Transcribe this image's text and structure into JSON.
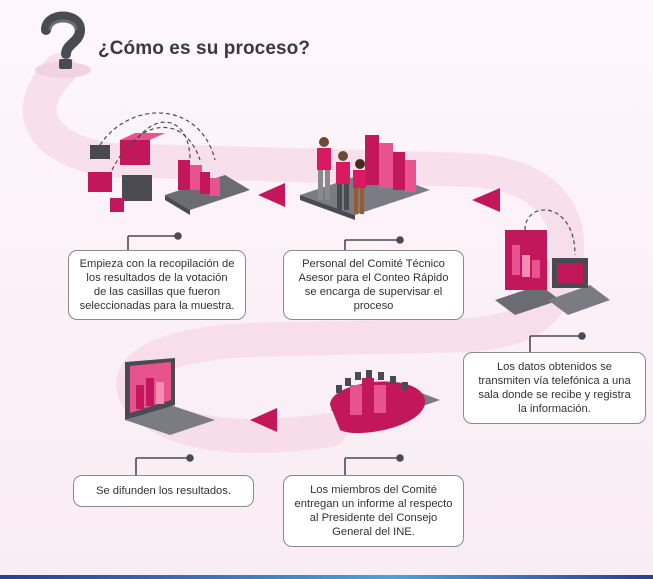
{
  "header": {
    "title": "¿Cómo es su proceso?"
  },
  "icons": {
    "question": "question-mark-icon",
    "arrow": "triangle-arrow-icon"
  },
  "colors": {
    "magenta": "#c2185b",
    "magenta_light": "#e8538f",
    "path_pink": "#f6dbe9",
    "gray_dark": "#4a4a52",
    "gray_mid": "#7b7b84",
    "box_border": "#8a8a8a"
  },
  "steps": [
    {
      "text": "Empieza con la recopilación de los resultados de la votación de las casillas que fueron seleccionadas para la muestra."
    },
    {
      "text": "Personal del Comité Técnico Asesor para el Conteo Rápido se encarga de supervisar el proceso"
    },
    {
      "text": "Los datos obtenidos se transmiten vía telefónica a una sala donde se recibe y registra la información."
    },
    {
      "text": "Los miembros del Comité entregan un informe al respecto al Presidente del Consejo General del INE."
    },
    {
      "text": "Se difunden los resultados."
    }
  ]
}
